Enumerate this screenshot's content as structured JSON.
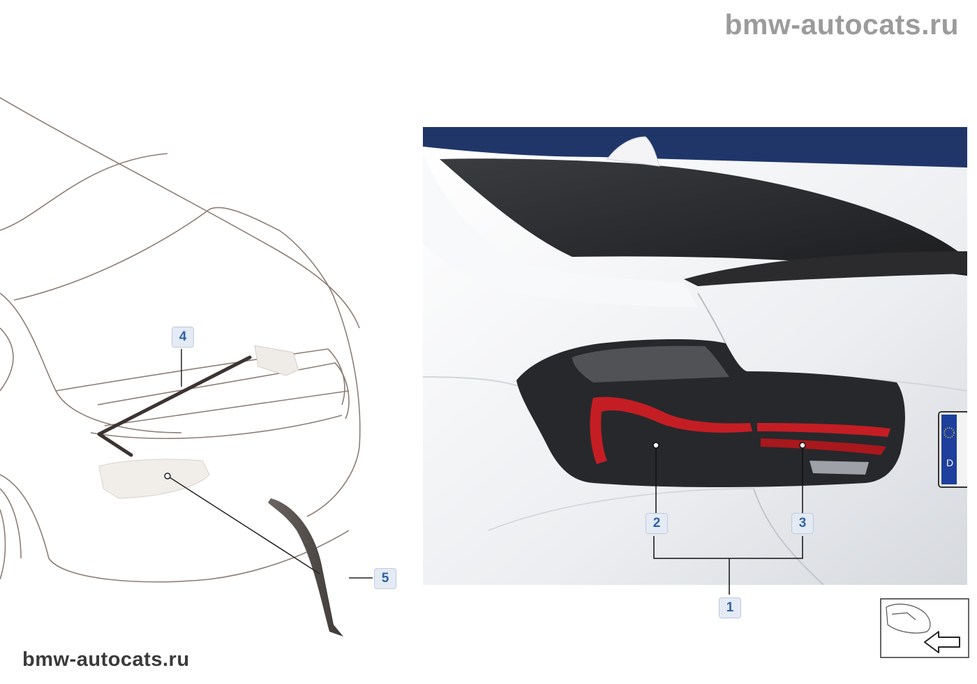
{
  "watermark": {
    "top": "bmw-autocats.ru",
    "bottom": "bmw-autocats.ru"
  },
  "callouts": {
    "c1": "1",
    "c2": "2",
    "c3": "3",
    "c4": "4",
    "c5": "5"
  },
  "photo": {
    "sky_color": "#223a6e",
    "body_color": "#eef0f3",
    "lens_red": "#c41e24",
    "lens_smoke": "#2a2a2e"
  },
  "icons": {
    "direction": "rear-view-arrow-icon"
  }
}
